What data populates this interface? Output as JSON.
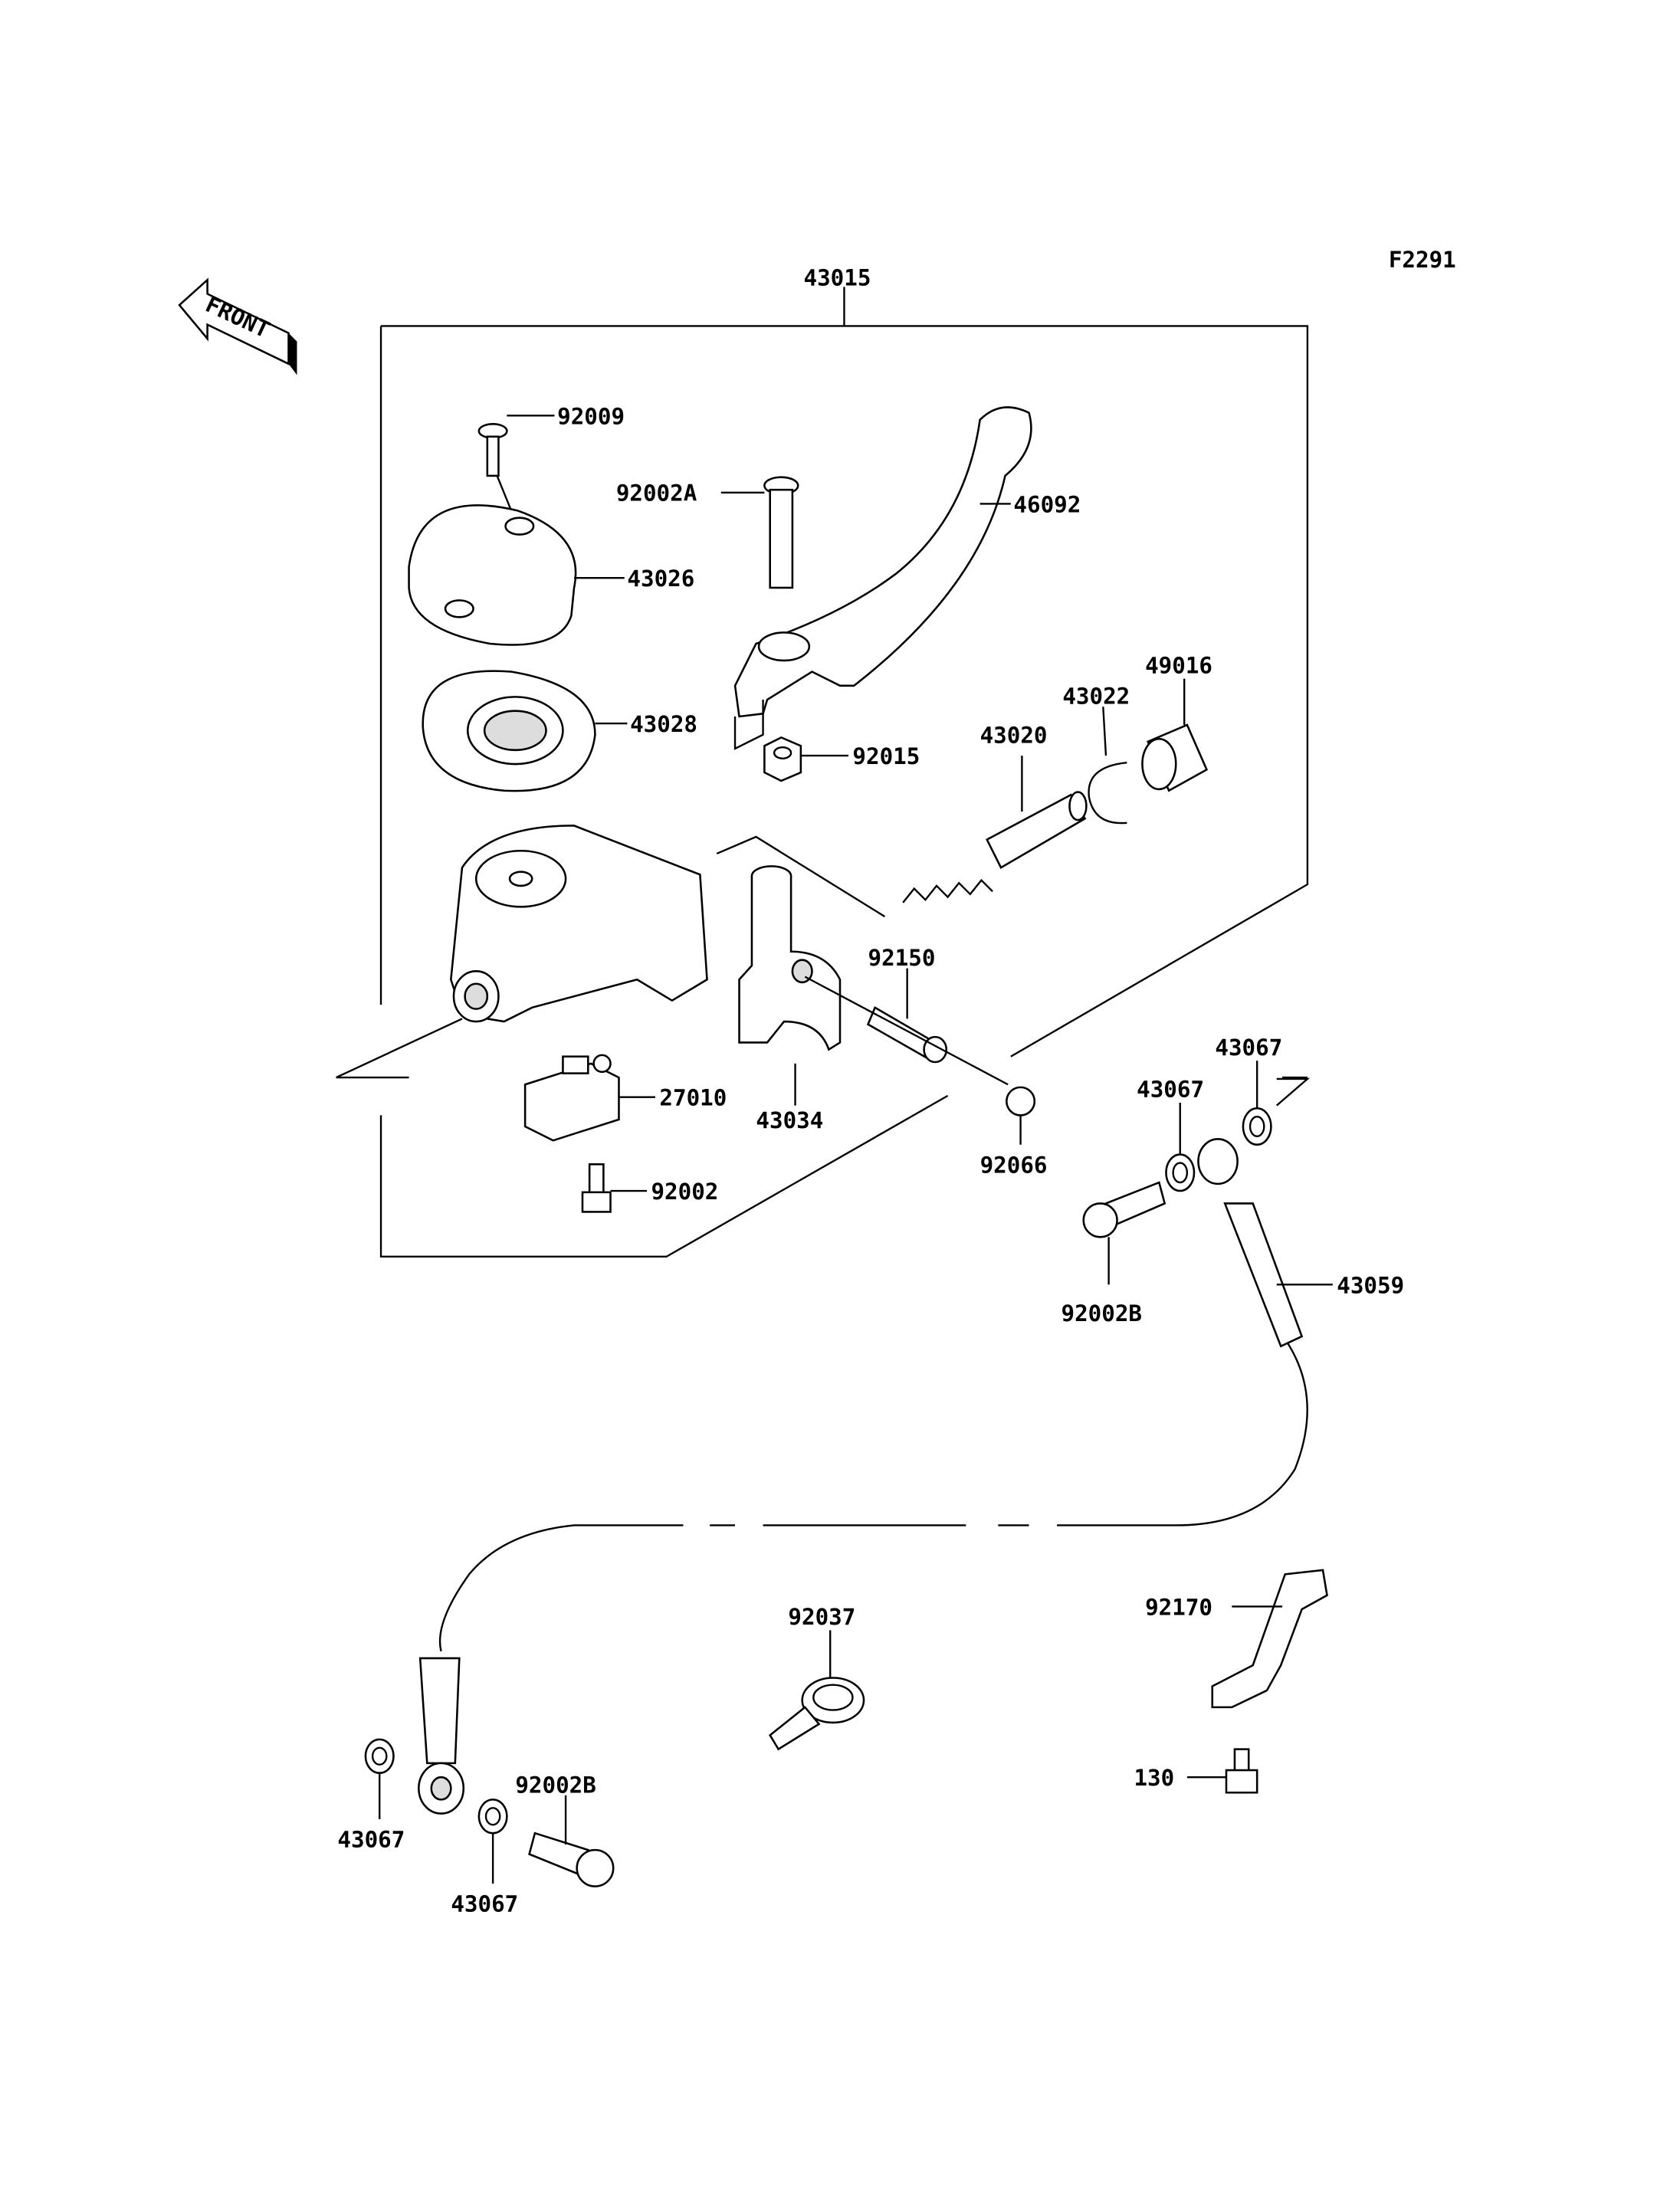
{
  "diagram_code": "F2291",
  "front_arrow": "FRONT",
  "parts": {
    "p43015": "43015",
    "p92009": "92009",
    "p92002A": "92002A",
    "p46092": "46092",
    "p43026": "43026",
    "p43028": "43028",
    "p92015": "92015",
    "p49016": "49016",
    "p43022": "43022",
    "p43020": "43020",
    "p92150": "92150",
    "p27010": "27010",
    "p43034": "43034",
    "p92066": "92066",
    "p92002": "92002",
    "p43067_a": "43067",
    "p43067_b": "43067",
    "p92002B_a": "92002B",
    "p43059": "43059",
    "p92037": "92037",
    "p92170": "92170",
    "p130": "130",
    "p43067_c": "43067",
    "p92002B_b": "92002B",
    "p43067_d": "43067"
  }
}
